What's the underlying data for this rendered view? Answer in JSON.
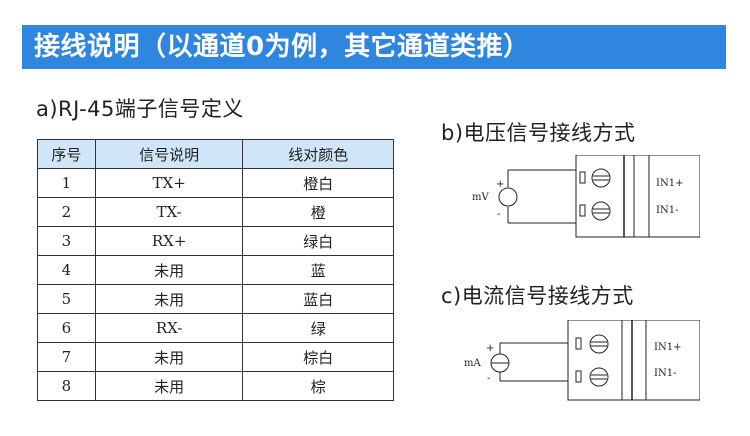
{
  "banner": {
    "title": "接线说明（以通道0为例，其它通道类推）"
  },
  "section_a": {
    "title": "a)RJ-45端子信号定义",
    "table": {
      "headers": [
        "序号",
        "信号说明",
        "线对颜色"
      ],
      "rows": [
        [
          "1",
          "TX+",
          "橙白"
        ],
        [
          "2",
          "TX-",
          "橙"
        ],
        [
          "3",
          "RX+",
          "绿白"
        ],
        [
          "4",
          "未用",
          "蓝"
        ],
        [
          "5",
          "未用",
          "蓝白"
        ],
        [
          "6",
          "RX-",
          "绿"
        ],
        [
          "7",
          "未用",
          "棕白"
        ],
        [
          "8",
          "未用",
          "棕"
        ]
      ]
    }
  },
  "section_b": {
    "title": "b)电压信号接线方式",
    "source_label": "mV",
    "plus": "+",
    "minus": "-",
    "terminal_1": "IN1+",
    "terminal_2": "IN1-"
  },
  "section_c": {
    "title": "c)电流信号接线方式",
    "source_label": "mA",
    "plus": "+",
    "minus": "-",
    "terminal_1": "IN1+",
    "terminal_2": "IN1-"
  },
  "colors": {
    "banner_bg": "#2e86df",
    "table_header_bg": "#d0e5f7"
  }
}
